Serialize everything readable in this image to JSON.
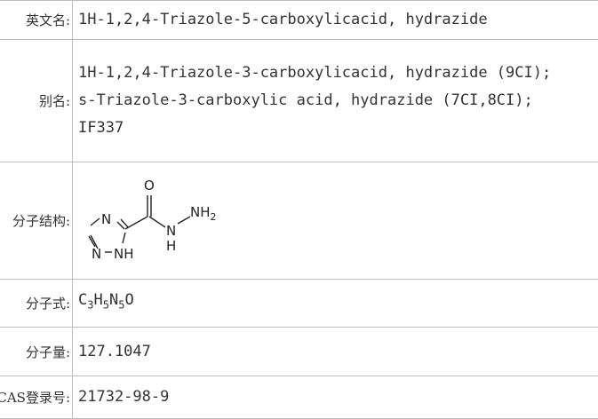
{
  "rows": {
    "english_name": {
      "label": "英文名:",
      "value": "1H-1,2,4-Triazole-5-carboxylicacid, hydrazide"
    },
    "aliases": {
      "label": "别名:",
      "lines": [
        "1H-1,2,4-Triazole-3-carboxylicacid, hydrazide (9CI);",
        "s-Triazole-3-carboxylic acid, hydrazide (7CI,8CI);",
        "IF337"
      ]
    },
    "structure": {
      "label": "分子结构:",
      "atoms": {
        "o": "O",
        "n_ring": "N",
        "n_ring_lower": "N",
        "nh_ring": "NH",
        "n_amide": "N",
        "h_amide": "H",
        "nh2": "NH",
        "nh2_sub": "2"
      }
    },
    "formula": {
      "label": "分子式:",
      "parts": [
        "C",
        "3",
        "H",
        "5",
        "N",
        "5",
        "O"
      ]
    },
    "molecular_weight": {
      "label": "分子量:",
      "value": "127.1047"
    },
    "cas": {
      "label": "CAS登录号:",
      "value": "21732-98-9"
    }
  }
}
